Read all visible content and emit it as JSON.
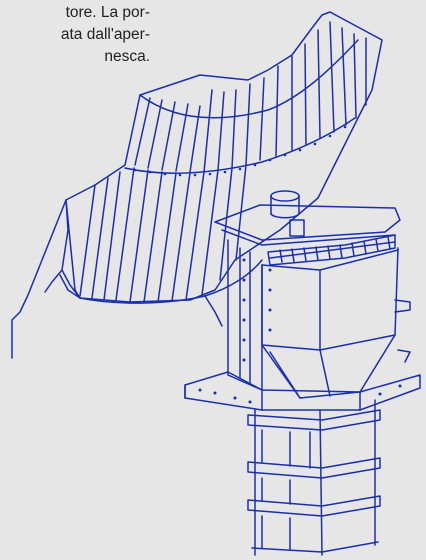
{
  "text": {
    "lines": [
      "tore. La por-",
      "ata dall'aper-",
      "nesca."
    ]
  },
  "drawing": {
    "stroke_color": "#1a2fb0",
    "background_color": "#e6e6e6"
  }
}
